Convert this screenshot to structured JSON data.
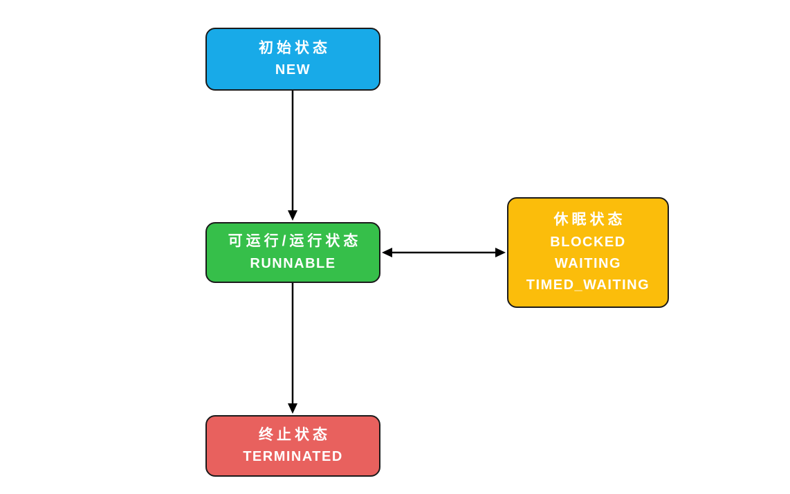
{
  "diagram": {
    "description": "Thread state transition diagram",
    "background": "#ffffff",
    "border_color": "#1a1a1a",
    "text_color": "#ffffff",
    "arrow_color": "#000000",
    "nodes": {
      "new": {
        "label_zh": "初始状态",
        "label_en": "NEW",
        "fill": "#18aae8"
      },
      "runnable": {
        "label_zh": "可运行/运行状态",
        "label_en": "RUNNABLE",
        "fill": "#36bf4a"
      },
      "sleep": {
        "label_zh": "休眠状态",
        "labels_en": [
          "BLOCKED",
          "WAITING",
          "TIMED_WAITING"
        ],
        "fill": "#fbbd0b"
      },
      "terminated": {
        "label_zh": "终止状态",
        "label_en": "TERMINATED",
        "fill": "#e8615e"
      }
    },
    "edges": [
      {
        "from": "new",
        "to": "runnable",
        "direction": "down",
        "arrowheads": "single"
      },
      {
        "from": "runnable",
        "to": "sleep",
        "direction": "horizontal",
        "arrowheads": "double"
      },
      {
        "from": "runnable",
        "to": "terminated",
        "direction": "down",
        "arrowheads": "single"
      }
    ]
  }
}
